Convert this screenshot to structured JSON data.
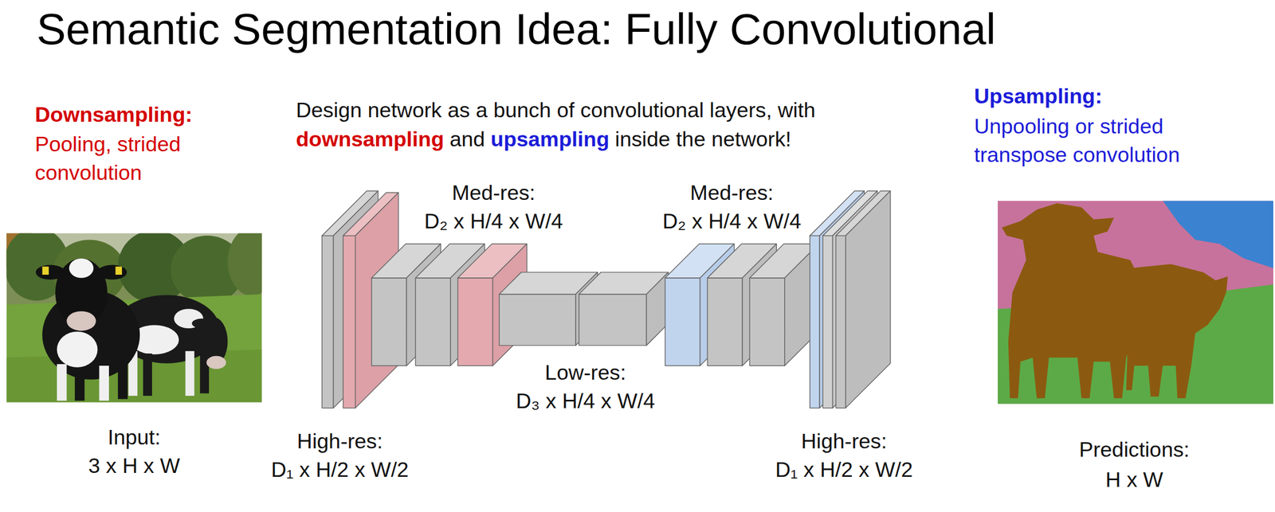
{
  "diagram": {
    "title": "Semantic Segmentation Idea: Fully Convolutional",
    "labels": [
      "Downsampling:",
      "Pooling, strided convolution",
      "Design network as a bunch of convolutional layers, with",
      "downsampling",
      "and",
      "upsampling",
      "inside the network!",
      "Upsampling:",
      "Unpooling or strided transpose convolution",
      "Med-res:",
      "D₂ x H/4 x W/4",
      "Med-res:",
      "D₂ x H/4 x W/4",
      "Low-res:",
      "D₃ x H/4 x W/4",
      "High-res:",
      "D₁ x H/2 x W/2",
      "High-res:",
      "D₁ x H/2 x W/2",
      "Input:",
      "3 x H x W",
      "Predictions:",
      "H x W"
    ]
  }
}
